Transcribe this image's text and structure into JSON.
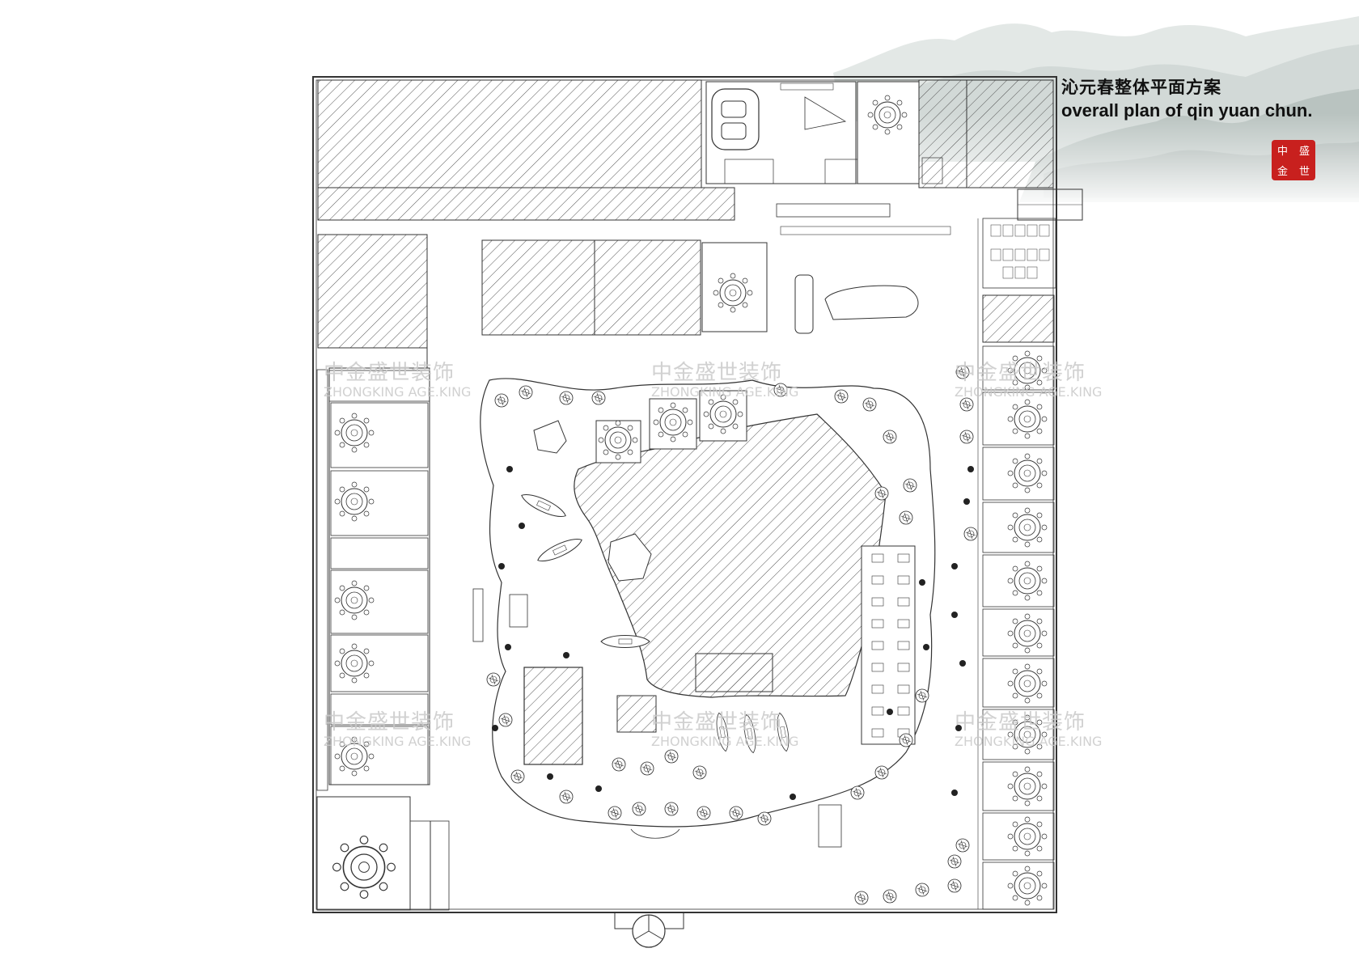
{
  "title": {
    "cn": "沁元春整体平面方案",
    "en": "overall plan of qin yuan chun."
  },
  "seal": {
    "chars": [
      "中",
      "盛",
      "金",
      "世"
    ],
    "color": "#c8201e"
  },
  "watermark": {
    "cn": "中金盛世装饰",
    "en": "ZHONGKING AGE.KING",
    "color": "#c9c9c9"
  },
  "colors": {
    "line": "#333333",
    "hatch": "#555555",
    "ink_landscape": "#cfd6d4"
  },
  "icons": [
    "landscape-mountain-icon",
    "seal-stamp-icon",
    "watermark-logo-icon",
    "tree-icon",
    "round-table-icon",
    "boat-icon"
  ]
}
